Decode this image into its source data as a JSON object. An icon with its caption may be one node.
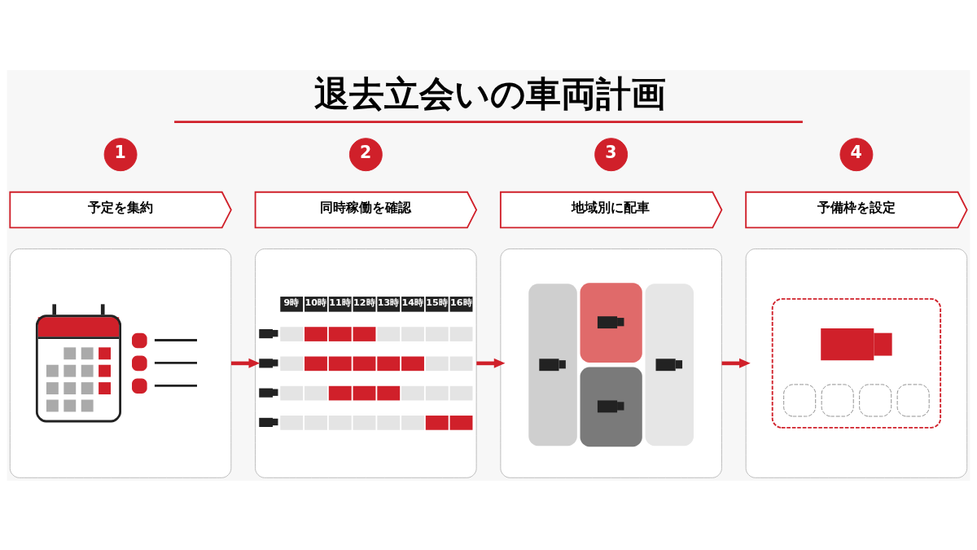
{
  "diagram": {
    "title": "退去立会いの車両計画",
    "nodes": [
      {
        "text": [
          "1"
        ]
      },
      {
        "text": [
          "予定を集約"
        ]
      },
      {
        "text": [],
        "shape": "picture"
      },
      {
        "text": [
          "2"
        ]
      },
      {
        "text": [
          "同時稼働を確認"
        ]
      },
      {
        "text": [
          "9時",
          "10時",
          "11時",
          "12時",
          "13時",
          "14時",
          "15時",
          "16時"
        ]
      },
      {
        "text": [
          "3"
        ]
      },
      {
        "text": [
          "地域別に配車"
        ]
      },
      {
        "text": [],
        "shape": "picture"
      },
      {
        "text": [
          "4"
        ]
      },
      {
        "text": [
          "予備枠を設定"
        ]
      },
      {
        "text": [],
        "shape": "picture"
      }
    ],
    "edges": [
      {
        "from": 2,
        "to": 5,
        "arrow": "to"
      },
      {
        "from": 5,
        "to": 8,
        "arrow": "to"
      },
      {
        "from": 8,
        "to": 11,
        "arrow": "to"
      }
    ]
  }
}
